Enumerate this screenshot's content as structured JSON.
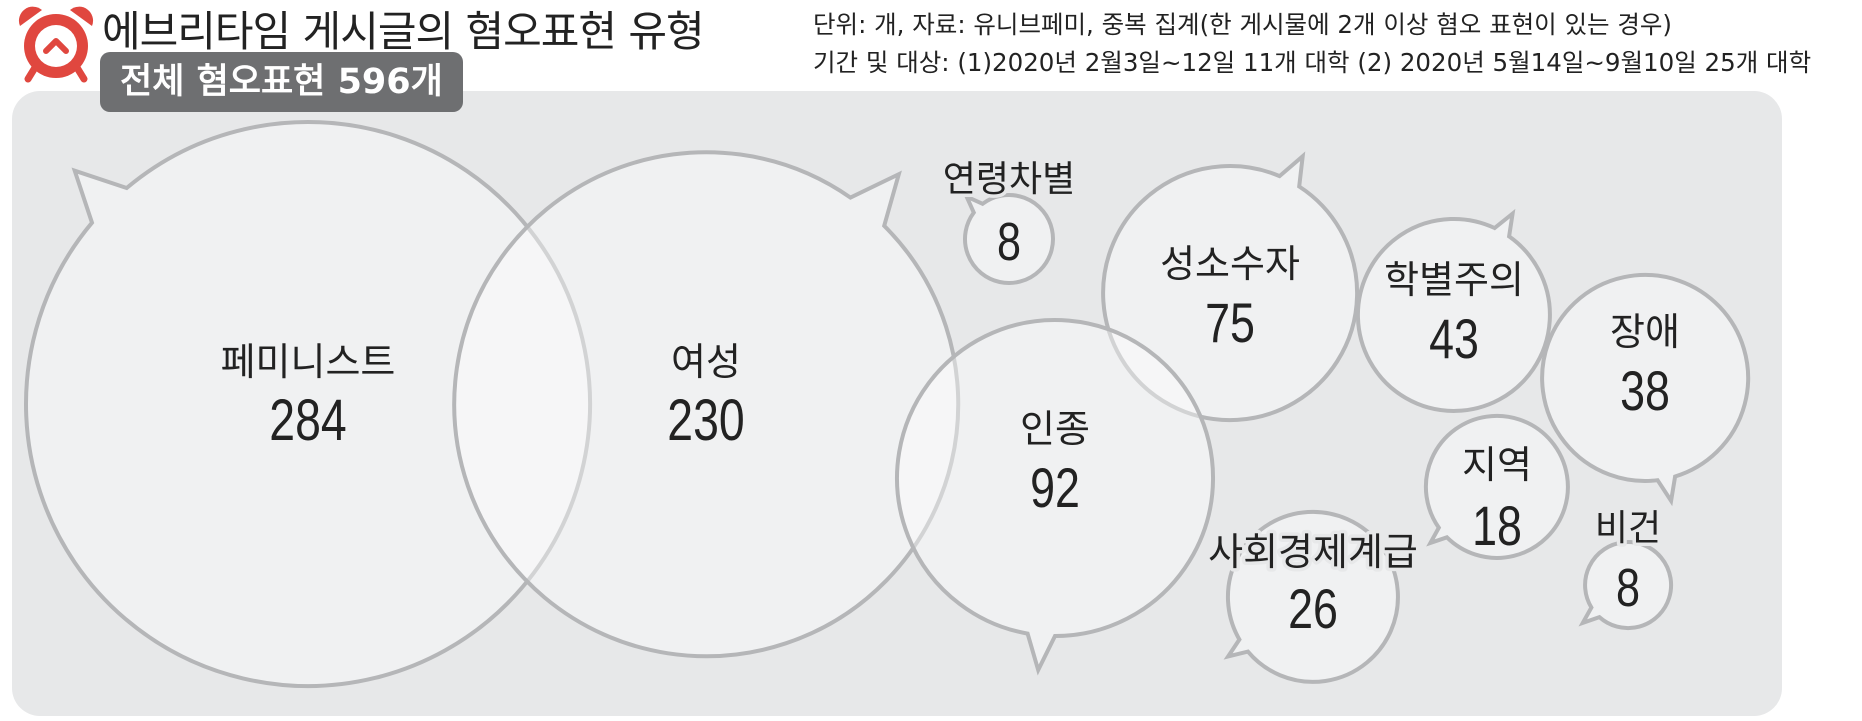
{
  "title": "에브리타임 게시글의 혐오표현 유형",
  "total_badge": {
    "label": "전체 혐오표현",
    "value": "596개"
  },
  "notes": [
    "단위: 개, 자료: 유니브페미, 중복 집계(한 게시물에 2개 이상 혐오 표현이 있는 경우)",
    "기간 및 대상: (1)2020년 2월3일~12일 11개 대학 (2) 2020년 5월14일~9월10일 25개 대학"
  ],
  "icon": "alarm-clock-icon",
  "colors": {
    "icon": "#e0473f",
    "panel": "#e7e8e9",
    "bubble_fill": "#ffffff",
    "bubble_stroke": "#b5b6b8",
    "badge": "#6e6f71",
    "text": "#222222"
  },
  "chart_data": {
    "type": "bubble",
    "title": "에브리타임 게시글의 혐오표현 유형",
    "unit": "개",
    "total": 596,
    "categories": [
      "페미니스트",
      "여성",
      "연령차별",
      "성소수자",
      "인종",
      "학별주의",
      "장애",
      "지역",
      "사회경제계급",
      "비건"
    ],
    "values": [
      284,
      230,
      8,
      75,
      92,
      43,
      38,
      18,
      26,
      8
    ]
  }
}
